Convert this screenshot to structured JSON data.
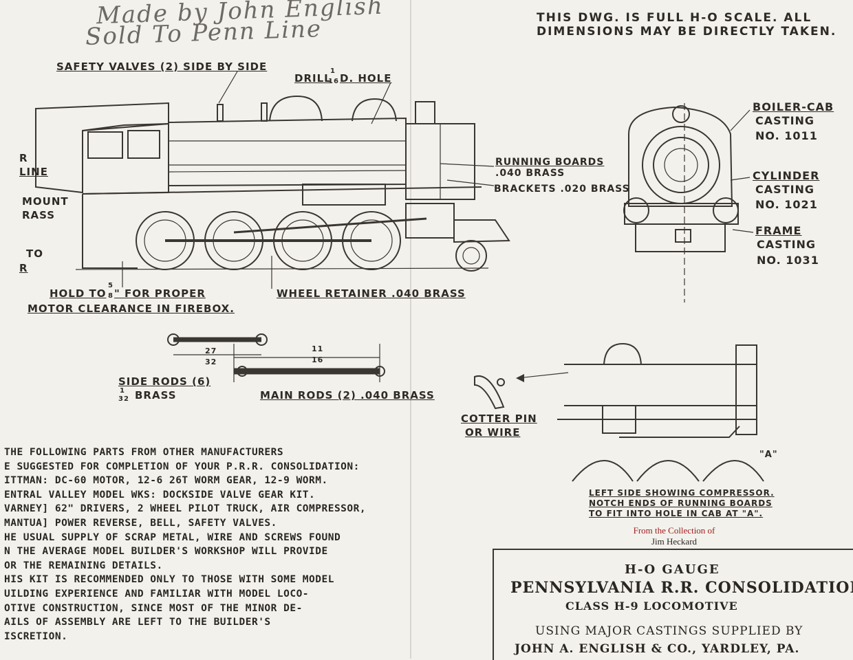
{
  "handwritten": {
    "line1": "Made by John English",
    "line2": "Sold To Penn Line"
  },
  "header_note": {
    "line1": "THIS DWG. IS FULL H-O SCALE. ALL",
    "line2": "DIMENSIONS MAY BE DIRECTLY TAKEN."
  },
  "side_view_labels": {
    "safety_valves": "SAFETY VALVES (2) SIDE BY SIDE",
    "drill": "DRILL",
    "drill_fraction_num": "1",
    "drill_fraction_den": "16",
    "drill_suffix": "D. HOLE",
    "running_boards_1": "RUNNING BOARDS",
    "running_boards_2": ".040 BRASS",
    "brackets": "BRACKETS .020 BRASS",
    "left_r": "R",
    "left_line": "LINE",
    "left_mount": "MOUNT",
    "left_rass": "RASS",
    "left_to": "TO",
    "left_r2": "R",
    "hold_to_1": "HOLD TO",
    "hold_fraction_num": "5",
    "hold_fraction_den": "8",
    "hold_to_2": "\" FOR PROPER",
    "motor_clearance": "MOTOR CLEARANCE IN FIREBOX.",
    "wheel_retainer": "WHEEL RETAINER .040 BRASS"
  },
  "front_view_labels": {
    "boiler_cab": [
      "BOILER-CAB",
      "CASTING",
      "NO. 1011"
    ],
    "cylinder": [
      "CYLINDER",
      "CASTING",
      "NO. 1021"
    ],
    "frame": [
      "FRAME",
      "CASTING",
      "NO. 1031"
    ]
  },
  "rod_labels": {
    "dim_27_num": "27",
    "dim_27_den": "32",
    "dim_11_num": "11",
    "dim_11_den": "16",
    "side_rods": "SIDE RODS (6)",
    "side_rods_frac_num": "1",
    "side_rods_frac_den": "32",
    "side_rods_material": "BRASS",
    "main_rods": "MAIN RODS (2) .040 BRASS"
  },
  "compressor_view": {
    "cotter_pin_1": "COTTER PIN",
    "cotter_pin_2": "OR WIRE",
    "a_mark": "\"A\"",
    "caption": [
      "LEFT SIDE SHOWING COMPRESSOR.",
      "NOTCH ENDS OF RUNNING BOARDS",
      "TO FIT INTO HOLE IN CAB AT \"A\"."
    ]
  },
  "parts_note": [
    " THE FOLLOWING PARTS FROM OTHER MANUFACTURERS",
    "E SUGGESTED FOR COMPLETION OF YOUR P.R.R. CONSOLIDATION:",
    "ITTMAN: DC-60 MOTOR, 12-6 26T WORM GEAR, 12-9 WORM.",
    "ENTRAL VALLEY MODEL WKS: DOCKSIDE VALVE GEAR KIT.",
    "VARNEY] 62\" DRIVERS, 2 WHEEL PILOT TRUCK, AIR COMPRESSOR,",
    "MANTUA] POWER REVERSE, BELL, SAFETY VALVES.",
    "HE USUAL SUPPLY OF SCRAP METAL, WIRE AND SCREWS FOUND",
    "N THE AVERAGE MODEL BUILDER'S WORKSHOP WILL PROVIDE",
    "OR THE REMAINING DETAILS.",
    "HIS KIT IS RECOMMENDED ONLY TO THOSE WITH SOME MODEL",
    "UILDING EXPERIENCE AND FAMILIAR WITH MODEL LOCO-",
    "OTIVE CONSTRUCTION, SINCE MOST OF THE MINOR DE-",
    "AILS OF ASSEMBLY ARE LEFT TO THE BUILDER'S",
    "ISCRETION."
  ],
  "collection": {
    "line1": "From the Collection of",
    "line2": "Jim Heckard",
    "color": "#9b1b1b"
  },
  "title_block": {
    "line1": "H-O GAUGE",
    "line2": "PENNSYLVANIA R.R. CONSOLIDATION",
    "line3": "CLASS H-9 LOCOMOTIVE",
    "line4": "USING MAJOR CASTINGS SUPPLIED BY",
    "line5": "JOHN A. ENGLISH & CO., YARDLEY, PA."
  }
}
